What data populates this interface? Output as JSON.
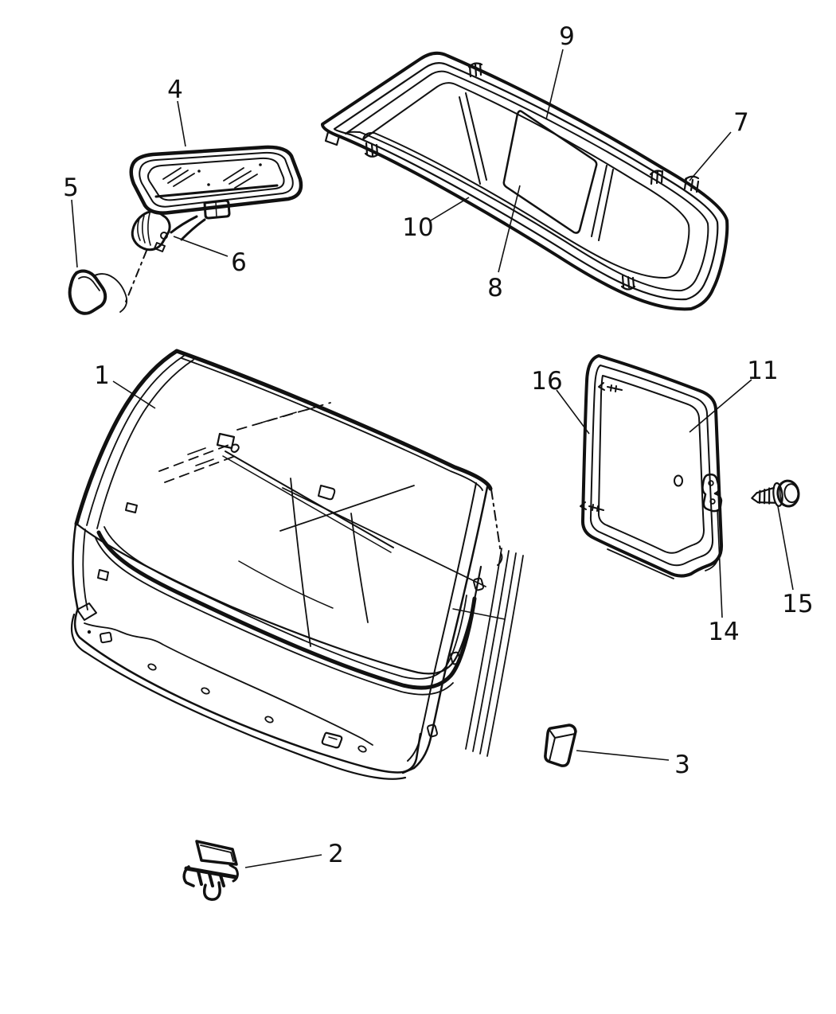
{
  "figure": {
    "type": "exploded-parts-diagram",
    "subject": "windshield-backlite-mirror-and-quarter-glass",
    "background_color": "#ffffff",
    "line_color": "#111111"
  },
  "callouts": [
    {
      "label": "1"
    },
    {
      "label": "2"
    },
    {
      "label": "3"
    },
    {
      "label": "4"
    },
    {
      "label": "5"
    },
    {
      "label": "6"
    },
    {
      "label": "7"
    },
    {
      "label": "8"
    },
    {
      "label": "9"
    },
    {
      "label": "10"
    },
    {
      "label": "11"
    },
    {
      "label": "14"
    },
    {
      "label": "15"
    },
    {
      "label": "16"
    }
  ]
}
